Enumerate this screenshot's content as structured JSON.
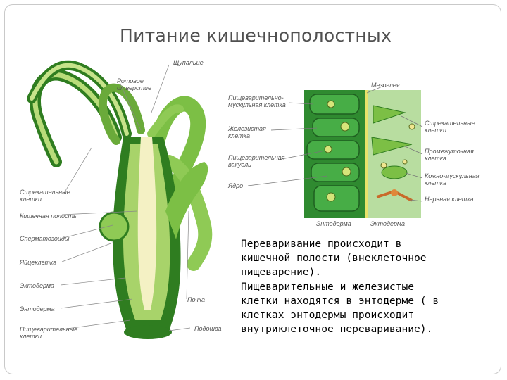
{
  "slide": {
    "title": "Питание кишечнополостных",
    "body_lines": [
      "Переваривание происходит в",
      "кишечной полости (внеклеточное",
      "пищеварение).",
      "Пищеварительные и железистые",
      "клетки находятся в энтодерме ( в",
      "клетках энтодермы происходит",
      "внутриклеточное переваривание)."
    ]
  },
  "hydra_diagram": {
    "labels": {
      "tentacle": "Щупальце",
      "mouth": "Ротовое отверстие",
      "stinging_cells": "Стрекательные клетки",
      "gut_cavity": "Кишечная полость",
      "spermatozoa": "Сперматозоиды",
      "egg_cell": "Яйцеклетка",
      "endoderm_1": "Эктодерма",
      "endoderm_2": "Энтодерма",
      "digestive_cells": "Пищеварительные клетки",
      "bud": "Почка",
      "sole": "Подошва"
    }
  },
  "cell_diagram": {
    "labels": {
      "mesoglea": "Мезоглея",
      "digestive_muscle_cell": "Пищеварительно-мускульная клетка",
      "glandular_cell": "Железистая клетка",
      "digestive_vacuole": "Пищеварительная вакуоль",
      "nucleus": "Ядро",
      "stinging_cells": "Стрекательные клетки",
      "intermediate_cell": "Промежуточная клетка",
      "skin_muscle_cell": "Кожно-мускульная клетка",
      "nerve_cell": "Нервная клетка",
      "endoderm": "Энтодерма",
      "ectoderm": "Эктодерма"
    }
  }
}
